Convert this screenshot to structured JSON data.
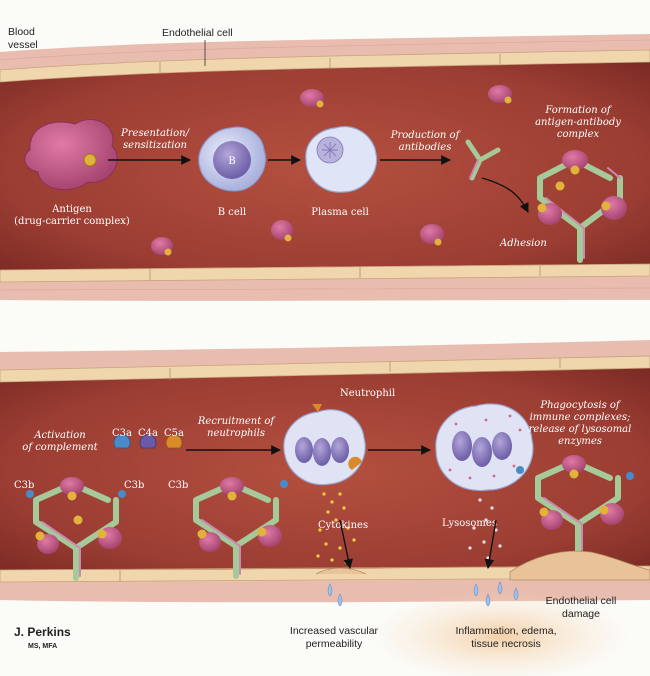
{
  "labels": {
    "blood_vessel_1": "Blood",
    "blood_vessel_2": "vessel",
    "endothelial_cell": "Endothelial cell",
    "antigen_1": "Antigen",
    "antigen_2": "(drug-carrier complex)",
    "presentation_1": "Presentation/",
    "presentation_2": "sensitization",
    "b_cell_mark": "B",
    "b_cell": "B cell",
    "plasma_cell": "Plasma cell",
    "production_1": "Production of",
    "production_2": "antibodies",
    "formation_1": "Formation of",
    "formation_2": "antigen-antibody",
    "formation_3": "complex",
    "adhesion": "Adhesion",
    "activation_1": "Activation",
    "activation_2": "of complement",
    "c3a": "C3a",
    "c4a": "C4a",
    "c5a": "C5a",
    "c3b": "C3b",
    "recruitment_1": "Recruitment of",
    "recruitment_2": "neutrophils",
    "neutrophil": "Neutrophil",
    "phago_1": "Phagocytosis of",
    "phago_2": "immune complexes;",
    "phago_3": "release of lysosomal",
    "phago_4": "enzymes",
    "cytokines": "Cytokines",
    "lysosomes": "Lysosomes",
    "damage_1": "Endothelial cell",
    "damage_2": "damage",
    "permeability_1": "Increased vascular",
    "permeability_2": "permeability",
    "inflammation_1": "Inflammation, edema,",
    "inflammation_2": "tissue necrosis",
    "artist": "J. Perkins",
    "artist_credentials": "MS, MFA"
  },
  "colors": {
    "lumen": "#a8453a",
    "lumen_dark": "#7e2c25",
    "vessel_wall": "#e7b8a8",
    "endothelium": "#f0d9b0",
    "antigen": "#c65a86",
    "antibody_green": "#a6c99a",
    "antibody_pink": "#c98ab0",
    "gold_hapten": "#e2b23a",
    "c3a": "#4a8ac8",
    "c4a": "#6b5aa8",
    "c5a": "#d98a2a",
    "cell_blue": "#c9cfec",
    "inflammation_glow": "#f2c89a"
  }
}
